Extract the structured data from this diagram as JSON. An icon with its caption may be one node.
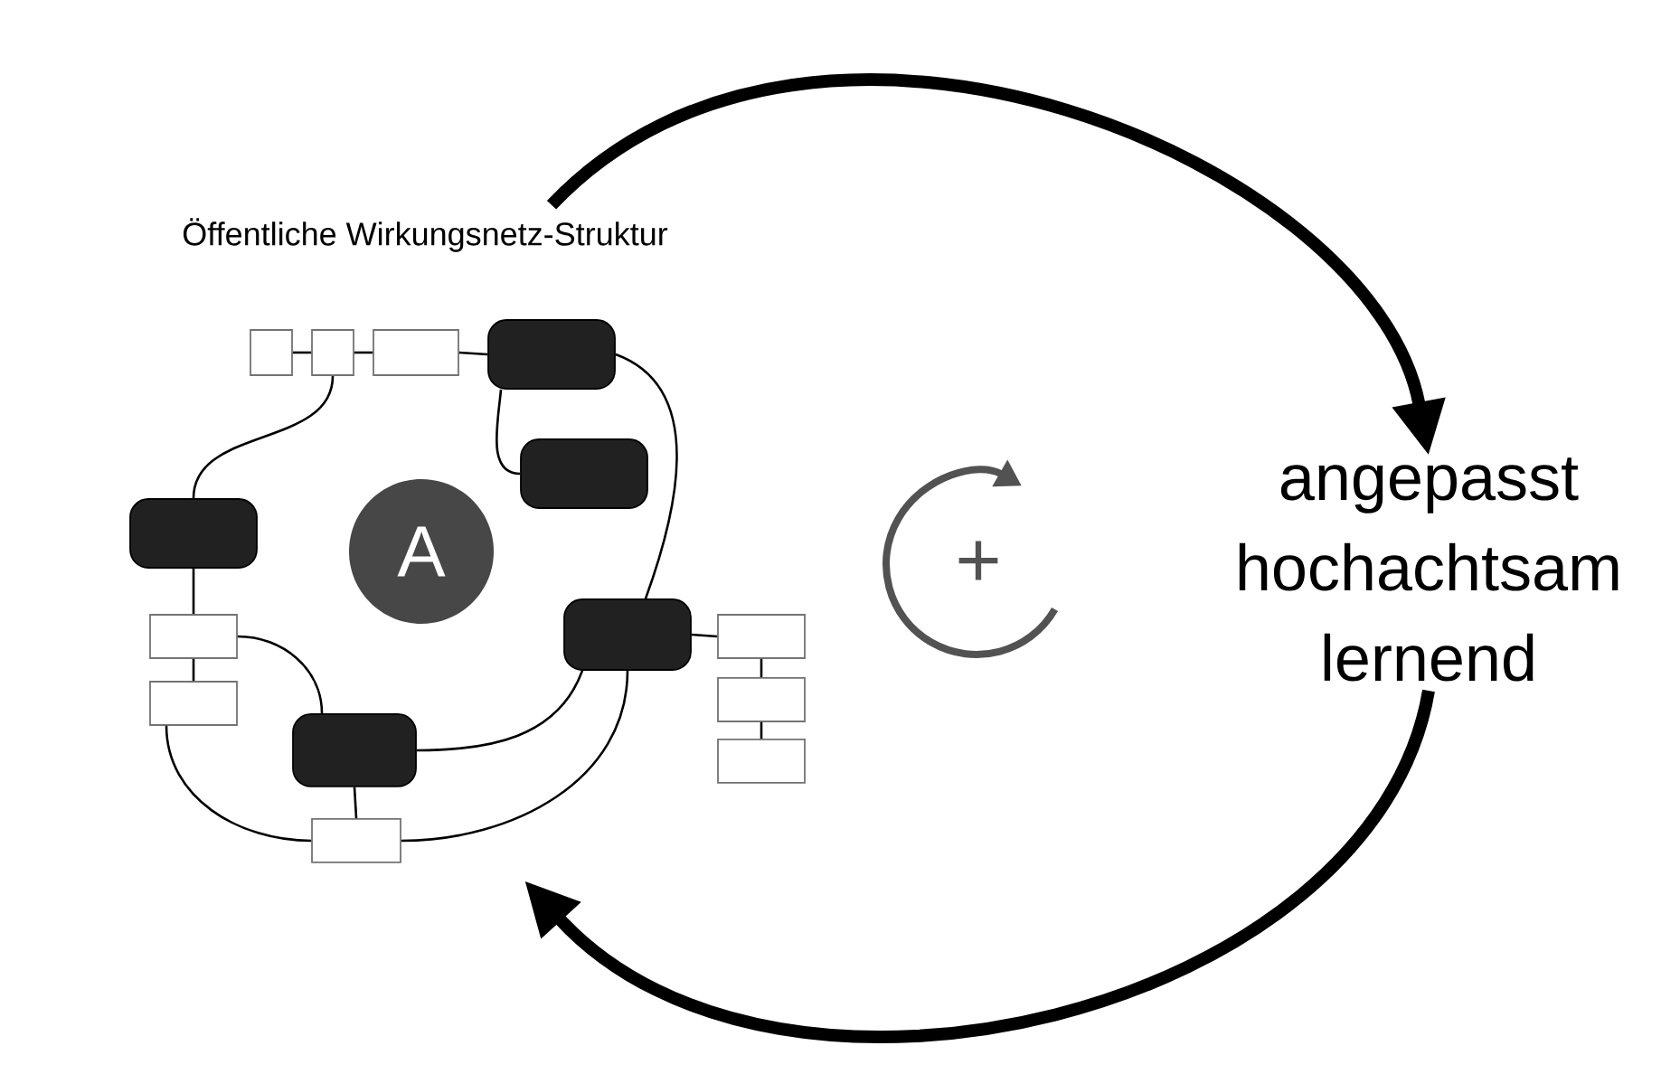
{
  "diagram": {
    "nodes": [
      {
        "text": [
          "Öffentliche Wirkungsnetz-Struktur"
        ]
      },
      {
        "text": [],
        "shape": "box"
      },
      {
        "text": [],
        "shape": "box"
      },
      {
        "text": [],
        "shape": "box"
      },
      {
        "text": [],
        "shape": "pill"
      },
      {
        "text": [],
        "shape": "pill"
      },
      {
        "text": [],
        "shape": "pill"
      },
      {
        "text": [
          "A"
        ]
      },
      {
        "text": [],
        "shape": "box"
      },
      {
        "text": [],
        "shape": "box"
      },
      {
        "text": [],
        "shape": "pill"
      },
      {
        "text": [],
        "shape": "box"
      },
      {
        "text": [],
        "shape": "pill"
      },
      {
        "text": [],
        "shape": "box"
      },
      {
        "text": [],
        "shape": "box"
      },
      {
        "text": [],
        "shape": "box"
      },
      {
        "text": [
          "angepasst hochachtsam lernend"
        ]
      }
    ],
    "edges": [
      {
        "from": 1,
        "to": 2,
        "arrow": "none"
      },
      {
        "from": 2,
        "to": 3,
        "arrow": "none"
      },
      {
        "from": 3,
        "to": 4,
        "arrow": "none"
      },
      {
        "from": 2,
        "to": 6,
        "arrow": "none"
      },
      {
        "from": 4,
        "to": 5,
        "arrow": "none"
      },
      {
        "from": 4,
        "to": 12,
        "arrow": "none"
      },
      {
        "from": 6,
        "to": 8,
        "arrow": "none"
      },
      {
        "from": 8,
        "to": 9,
        "arrow": "none"
      },
      {
        "from": 8,
        "to": 10,
        "arrow": "none"
      },
      {
        "from": 9,
        "to": 11,
        "arrow": "none"
      },
      {
        "from": 10,
        "to": 11,
        "arrow": "none"
      },
      {
        "from": 10,
        "to": 12,
        "arrow": "none"
      },
      {
        "from": 12,
        "to": 11,
        "arrow": "none"
      },
      {
        "from": 12,
        "to": 13,
        "arrow": "none"
      },
      {
        "from": 13,
        "to": 14,
        "arrow": "none"
      },
      {
        "from": 14,
        "to": 15,
        "arrow": "none"
      },
      {
        "from": 0,
        "to": 16,
        "arrow": "to",
        "style": "thick"
      },
      {
        "from": 16,
        "to": null,
        "arrow": "to",
        "style": "thick"
      }
    ],
    "labels": [
      "+"
    ]
  }
}
